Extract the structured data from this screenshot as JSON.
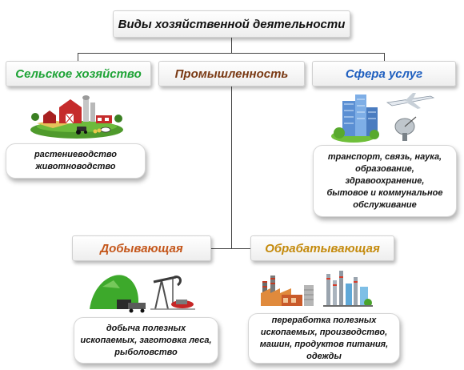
{
  "title": "Виды хозяйственной деятельности",
  "categories": {
    "agriculture": {
      "label": "Сельское хозяйство",
      "color": "#1ea336",
      "items": [
        "растениеводство",
        "животноводство"
      ]
    },
    "industry": {
      "label": "Промышленность",
      "color": "#7a3a14"
    },
    "services": {
      "label": "Сфера услуг",
      "color": "#1f5fbf",
      "items": [
        "транспорт, связь, наука,",
        "образование,",
        "здравоохранение,",
        "бытовое и коммунальное",
        "обслуживание"
      ]
    }
  },
  "industry_branches": {
    "extractive": {
      "label": "Добывающая",
      "color": "#c4561a",
      "items": [
        "добыча полезных",
        "ископаемых, заготовка леса,",
        "рыболовство"
      ]
    },
    "processing": {
      "label": "Обрабатывающая",
      "color": "#c48a0c",
      "items": [
        "переработка полезных",
        "ископаемых, производство,",
        "машин, продуктов питания,",
        "одежды"
      ]
    }
  }
}
